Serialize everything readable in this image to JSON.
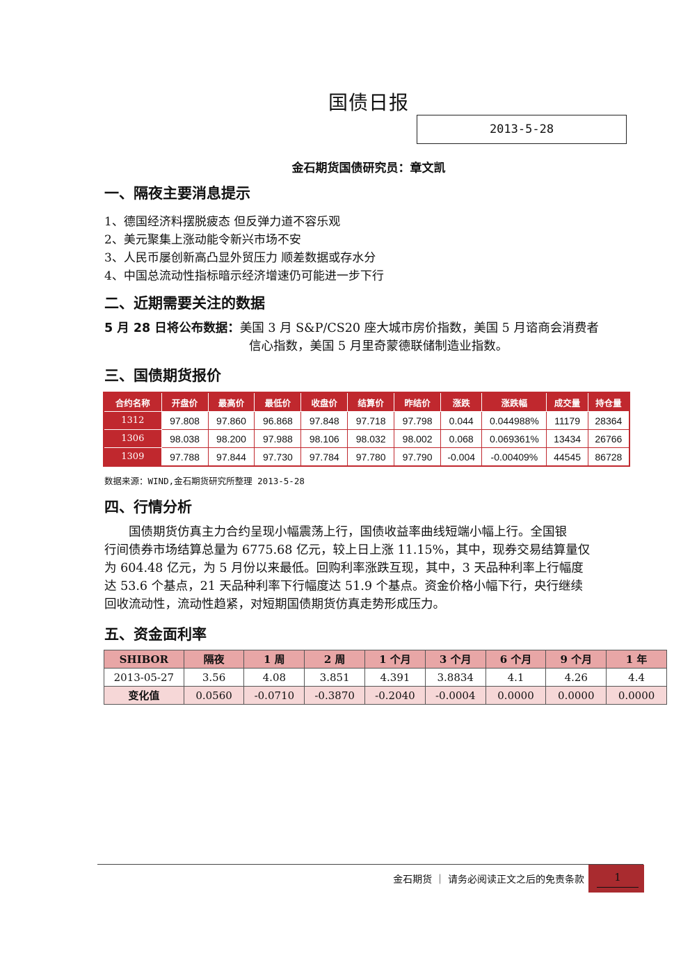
{
  "header": {
    "title": "国债日报",
    "date": "2013-5-28",
    "author": "金石期货国债研究员：章文凯"
  },
  "sections": {
    "s1": "一、隔夜主要消息提示",
    "s2": "二、近期需要关注的数据",
    "s3": "三、国债期货报价",
    "s4": "四、行情分析",
    "s5": "五、资金面利率"
  },
  "news": [
    "1、德国经济料摆脱疲态 但反弹力道不容乐观",
    "2、美元聚集上涨动能令新兴市场不安",
    "3、人民币屡创新高凸显外贸压力 顺差数据或存水分",
    "4、中国总流动性指标暗示经济增速仍可能进一步下行"
  ],
  "upcoming": {
    "lead": "5 月 28 日将公布数据：",
    "line1": "美国 3 月 S&P/CS20 座大城市房价指数，美国 5 月谘商会消费者",
    "line2": "信心指数，美国 5 月里奇蒙德联储制造业指数。"
  },
  "futures": {
    "headers": [
      "合约名称",
      "开盘价",
      "最高价",
      "最低价",
      "收盘价",
      "结算价",
      "昨结价",
      "涨跌",
      "涨跌幅",
      "成交量",
      "持仓量"
    ],
    "rows": [
      [
        "1312",
        "97.808",
        "97.860",
        "96.868",
        "97.848",
        "97.718",
        "97.798",
        "0.044",
        "0.044988%",
        "11179",
        "28364"
      ],
      [
        "1306",
        "98.038",
        "98.200",
        "97.988",
        "98.106",
        "98.032",
        "98.002",
        "0.068",
        "0.069361%",
        "13434",
        "26766"
      ],
      [
        "1309",
        "97.788",
        "97.844",
        "97.730",
        "97.784",
        "97.780",
        "97.790",
        "-0.004",
        "-0.00409%",
        "44545",
        "86728"
      ]
    ],
    "source": "数据来源：WIND,金石期货研究所整理 2013-5-28"
  },
  "analysis": {
    "lines": [
      "　　国债期货仿真主力合约呈现小幅震荡上行，国债收益率曲线短端小幅上行。全国银",
      "行间债券市场结算总量为 6775.68 亿元，较上日上涨 11.15%，其中，现券交易结算量仅",
      "为 604.48 亿元，为 5 月份以来最低。回购利率涨跌互现，其中，3 天品种利率上行幅度",
      "达 53.6 个基点，21 天品种利率下行幅度达 51.9 个基点。资金价格小幅下行，央行继续",
      "回收流动性，流动性趋紧，对短期国债期货仿真走势形成压力。"
    ]
  },
  "rates": {
    "headers": [
      "SHIBOR",
      "隔夜",
      "1 周",
      "2 周",
      "1 个月",
      "3 个月",
      "6 个月",
      "9 个月",
      "1 年"
    ],
    "rows": [
      [
        "2013-05-27",
        "3.56",
        "4.08",
        "3.851",
        "4.391",
        "3.8834",
        "4.1",
        "4.26",
        "4.4"
      ],
      [
        "变化值",
        "0.0560",
        "-0.0710",
        "-0.3870",
        "-0.2040",
        "-0.0004",
        "0.0000",
        "0.0000",
        "0.0000"
      ]
    ]
  },
  "footer": {
    "text": "金石期货 ｜ 请务必阅读正文之后的免责条款",
    "page": "1"
  },
  "colors": {
    "accent": "#c0282e",
    "rate_header": "#e8a6a6",
    "rate_alt_row": "#f6d7d7",
    "page_box": "#a92b2f"
  }
}
